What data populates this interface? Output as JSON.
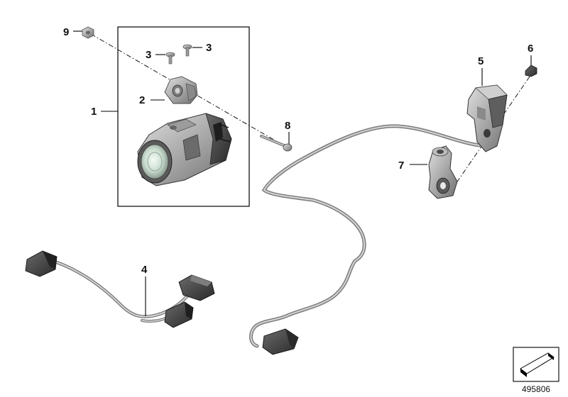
{
  "diagram": {
    "callouts": {
      "c1": "1",
      "c2": "2",
      "c3a": "3",
      "c3b": "3",
      "c4": "4",
      "c5": "5",
      "c6": "6",
      "c7": "7",
      "c8": "8",
      "c9": "9"
    },
    "diagram_number": "495806",
    "colors": {
      "part_fill": "#b7b7b7",
      "part_dark": "#4a4a4a",
      "cable": "#8c8c8c",
      "lens": "#cfe0d6"
    }
  }
}
